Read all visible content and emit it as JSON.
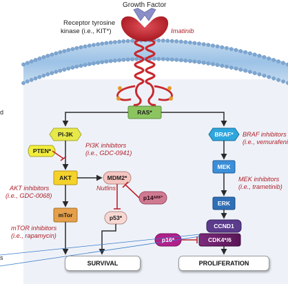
{
  "labels": {
    "growth_factor": "Growth Factor",
    "receptor_line1": "Receptor tyrosine",
    "receptor_line2": "kinase (i.e., KIT*)",
    "imatinib": "Imatinib",
    "pi3k_inhibitors_line1": "PI3K inhibitors",
    "pi3k_inhibitors_line2": "(i.e., GDC-0941)",
    "akt_inhibitors_line1": "AKT inhibitors",
    "akt_inhibitors_line2": "(i.e., GDC-0068)",
    "nutlins": "Nutlins",
    "mtor_inhibitors_line1": "mTOR inhibitors",
    "mtor_inhibitors_line2": "(i.e., rapamycin)",
    "braf_inhibitors_line1": "BRAF inhibitors",
    "braf_inhibitors_line2": "(i.e., vemurafenib)",
    "mek_inhibitors_line1": "MEK inhibitors",
    "mek_inhibitors_line2": "(i.e., trametinib)",
    "edge_s": "s"
  },
  "nodes": {
    "ras": "RAS*",
    "pi3k": "PI-3K",
    "pten": "PTEN*",
    "akt": "AKT",
    "mdm2": "MDM2*",
    "p14_base": "p14",
    "p14_sup": "ARF*",
    "p53": "p53*",
    "mtor": "mTor",
    "braf": "BRAF*",
    "mek": "MEK",
    "erk": "ERK",
    "ccnd1": "CCND1",
    "p16": "p16*",
    "cdk": "CDK4*/6"
  },
  "outcomes": {
    "survival": "SURVIVAL",
    "proliferation": "PROLIFERATION"
  },
  "colors": {
    "membrane_blue": "#8fb8de",
    "cytoplasm": "#ecf1f8",
    "receptor_red": "#c8282e",
    "growth_factor_purple": "#8a8fc8",
    "ras_green": "#8cc560",
    "pi3k_yellow": "#e7e84a",
    "pten_yellow": "#f2ee3c",
    "akt_yellow": "#f4d22a",
    "mdm2_pink": "#f5c5bf",
    "p14_pink": "#d07a92",
    "p53_pink": "#f7d7d2",
    "mtor_orange": "#e4a04a",
    "braf_blue": "#2ea6de",
    "mek_blue": "#3b8fd8",
    "erk_blue": "#2f6fb7",
    "ccnd1_purple": "#5b3b8c",
    "p16_magenta": "#b0208a",
    "cdk_purple": "#6a1b6a",
    "inhibitor_red": "#c0202a"
  }
}
